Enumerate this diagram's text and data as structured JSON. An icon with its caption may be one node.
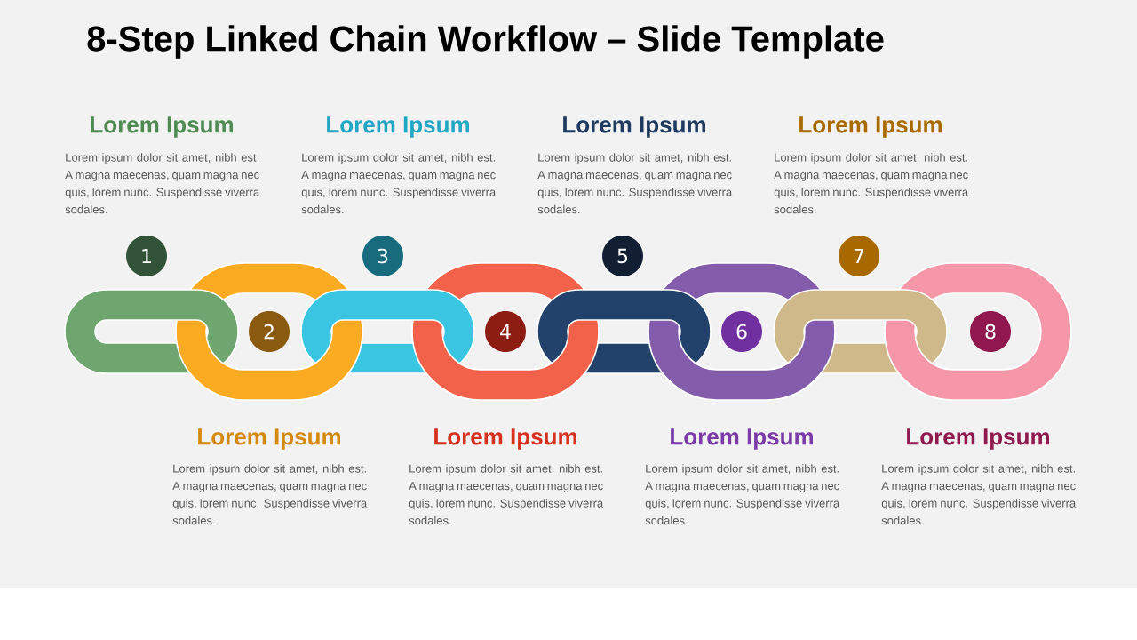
{
  "diagram": {
    "title": "8-Step Linked Chain Workflow – Slide Template",
    "nodes": [
      {
        "text": [
          "1"
        ],
        "beside": [
          "Lorem Ipsum",
          "Lorem ipsum dolor sit amet, nibh est. A magna maecenas, quam magna nec quis, lorem nunc. Suspendisse viverra sodales."
        ]
      },
      {
        "text": [
          "2"
        ],
        "beside": [
          "Lorem Ipsum",
          "Lorem ipsum dolor sit amet, nibh est. A magna maecenas, quam magna nec quis, lorem nunc. Suspendisse viverra sodales."
        ]
      },
      {
        "text": [
          "3"
        ],
        "beside": [
          "Lorem Ipsum",
          "Lorem ipsum dolor sit amet, nibh est. A magna maecenas, quam magna nec quis, lorem nunc. Suspendisse viverra sodales."
        ]
      },
      {
        "text": [
          "4"
        ],
        "beside": [
          "Lorem Ipsum",
          "Lorem ipsum dolor sit amet, nibh est. A magna maecenas, quam magna nec quis, lorem nunc. Suspendisse viverra sodales."
        ]
      },
      {
        "text": [
          "5"
        ],
        "beside": [
          "Lorem Ipsum",
          "Lorem ipsum dolor sit amet, nibh est. A magna maecenas, quam magna nec quis, lorem nunc. Suspendisse viverra sodales."
        ]
      },
      {
        "text": [
          "6"
        ],
        "beside": [
          "Lorem Ipsum",
          "Lorem ipsum dolor sit amet, nibh est. A magna maecenas, quam magna nec quis, lorem nunc. Suspendisse viverra sodales."
        ]
      },
      {
        "text": [
          "7"
        ],
        "beside": [
          "Lorem Ipsum",
          "Lorem ipsum dolor sit amet, nibh est. A magna maecenas, quam magna nec quis, lorem nunc. Suspendisse viverra sodales."
        ]
      },
      {
        "text": [
          "8"
        ],
        "beside": [
          "Lorem Ipsum",
          "Lorem ipsum dolor sit amet, nibh est. A magna maecenas, quam magna nec quis, lorem nunc. Suspendisse viverra sodales."
        ]
      }
    ]
  }
}
